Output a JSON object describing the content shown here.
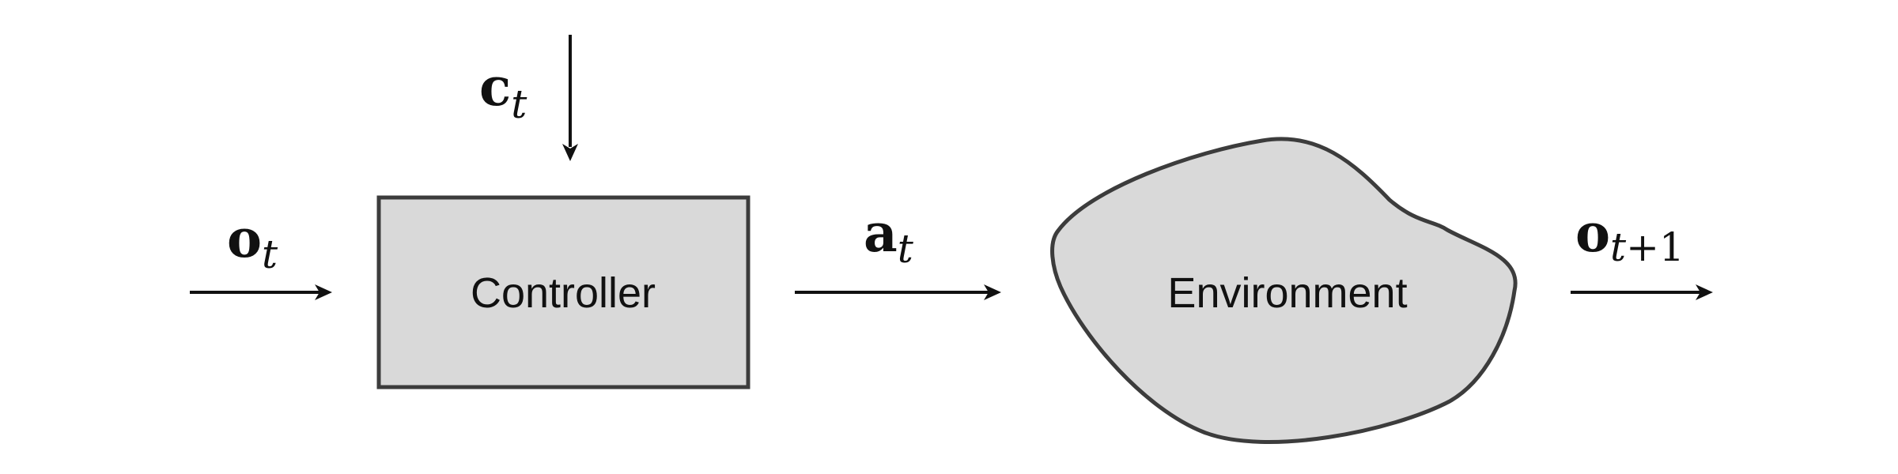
{
  "controller": {
    "label": "Controller",
    "fill": "#d9d9d9",
    "stroke": "#3c3c3c"
  },
  "environment": {
    "label": "Environment",
    "fill": "#d9d9d9",
    "stroke": "#3c3c3c"
  },
  "signals": {
    "command": {
      "symbol": "c",
      "subscript": "t"
    },
    "observation": {
      "symbol": "o",
      "subscript": "t"
    },
    "action": {
      "symbol": "a",
      "subscript": "t"
    },
    "next_observation": {
      "symbol": "o",
      "subscript_var": "t",
      "subscript_rest": "+1"
    }
  },
  "colors": {
    "line": "#111111",
    "text": "#111111"
  }
}
